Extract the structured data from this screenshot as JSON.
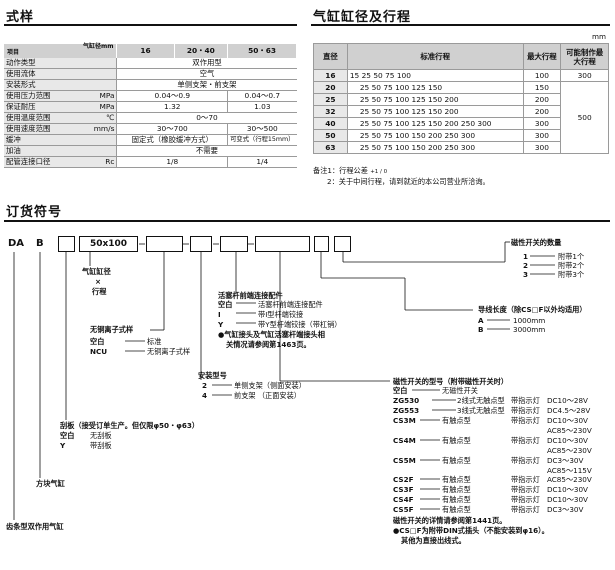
{
  "spec": {
    "title": "式样",
    "header": {
      "corner_top": "气缸径mm",
      "corner_bottom": "项目",
      "cols": [
        "16",
        "20・40",
        "50・63"
      ]
    },
    "rows": [
      {
        "name": "动作类型",
        "unit": "",
        "values": [
          "双作用型"
        ]
      },
      {
        "name": "使用流体",
        "unit": "",
        "values": [
          "空气"
        ]
      },
      {
        "name": "安装形式",
        "unit": "",
        "values": [
          "单侧支架・前支架"
        ]
      },
      {
        "name": "使用压力范围",
        "unit": "MPa",
        "values": [
          "0.04～0.9",
          "0.04～0.7"
        ]
      },
      {
        "name": "保证耐压",
        "unit": "MPa",
        "values": [
          "1.32",
          "1.03"
        ]
      },
      {
        "name": "使用温度范围",
        "unit": "℃",
        "values": [
          "0～70"
        ]
      },
      {
        "name": "使用速度范围",
        "unit": "mm/s",
        "values": [
          "30～700",
          "30～500"
        ]
      },
      {
        "name": "缓冲",
        "unit": "",
        "values": [
          "固定式（橡胶缓冲方式）",
          "可变式（行程15mm）"
        ]
      },
      {
        "name": "加油",
        "unit": "",
        "values": [
          "不需要"
        ]
      },
      {
        "name": "配管连接口径",
        "unit": "Rc",
        "values": [
          "1/8",
          "1/4"
        ]
      }
    ]
  },
  "stroke": {
    "title": "气缸缸径及行程",
    "unit": "mm",
    "headers": [
      "直径",
      "标准行程",
      "最大行程",
      "可能制作最大行程"
    ],
    "rows": [
      {
        "bore": "16",
        "strokes": "15 25 50 75 100",
        "max": "100",
        "possible": "300"
      },
      {
        "bore": "20",
        "strokes": "25 50 75 100 125 150",
        "max": "150",
        "possible": ""
      },
      {
        "bore": "25",
        "strokes": "25 50 75 100 125 150 200",
        "max": "200",
        "possible": ""
      },
      {
        "bore": "32",
        "strokes": "25 50 75 100 125 150 200",
        "max": "200",
        "possible": "500"
      },
      {
        "bore": "40",
        "strokes": "25 50 75 100 125 150 200 250 300",
        "max": "300",
        "possible": ""
      },
      {
        "bore": "50",
        "strokes": "25 50 75 100 150 200 250 300",
        "max": "300",
        "possible": ""
      },
      {
        "bore": "63",
        "strokes": "25 50 75 100 150 200 250 300",
        "max": "300",
        "possible": ""
      }
    ],
    "note1_prefix": "备注1：行程公差",
    "note1_tol": "+1 / 0",
    "note2": "2：关于中间行程，请到就近的本公司营业所洽询。"
  },
  "order": {
    "title": "订货符号",
    "code_da": "DA",
    "code_b": "B",
    "code_size": "50x100",
    "labels": {
      "bore": "气缸缸径",
      "times": "×",
      "stroke": "行程",
      "cu": "无铜离子式样",
      "cu_opts": [
        {
          "code": "空白",
          "text": "标准"
        },
        {
          "code": "NCU",
          "text": "无铜离子式样"
        }
      ],
      "rod_title": "活塞杆前端连接配件",
      "rod_opts": [
        {
          "code": "空白",
          "text": "活塞杆前端连接配件"
        },
        {
          "code": "I",
          "text": "带I型杆端铰接"
        },
        {
          "code": "Y",
          "text": "带Y型杆端铰接（带杠销）"
        }
      ],
      "rod_note1": "●气缸接头及气缸活塞杆端接头相",
      "rod_note2": "关情况请参阅第1463页。",
      "mount_title": "安装型号",
      "mount_opts": [
        {
          "code": "2",
          "text": "单侧支架（侧面安装）"
        },
        {
          "code": "4",
          "text": "前支架 （正面安装）"
        }
      ],
      "scraper_title": "刮板（接受订单生产。但仅限φ50・φ63）",
      "scraper_opts": [
        {
          "code": "空白",
          "text": "无刮板"
        },
        {
          "code": "Y",
          "text": "带刮板"
        }
      ],
      "square": "方块气缸",
      "gear": "齿条型双作用气缸",
      "sw_count_title": "磁性开关的数量",
      "sw_count_opts": [
        {
          "code": "1",
          "text": "附带1个"
        },
        {
          "code": "2",
          "text": "附带2个"
        },
        {
          "code": "3",
          "text": "附带3个"
        }
      ],
      "lead_title": "导线长度（除CS□F以外均适用）",
      "lead_opts": [
        {
          "code": "A",
          "text": "1000mm"
        },
        {
          "code": "B",
          "text": "3000mm"
        }
      ],
      "sw_title": "磁性开关的型号（附带磁性开关时）",
      "sw_rows": [
        {
          "code": "空白",
          "type": "无磁性开关",
          "led": "",
          "volt": ""
        },
        {
          "code": "ZG530",
          "type": "2线式无触点型",
          "led": "带指示灯",
          "volt": "DC10～28V"
        },
        {
          "code": "ZG553",
          "type": "3线式无触点型",
          "led": "带指示灯",
          "volt": "DC4.5～28V"
        },
        {
          "code": "CS3M",
          "type": "有触点型",
          "led": "带指示灯",
          "volt": "DC10～30V"
        },
        {
          "code": "",
          "type": "",
          "led": "",
          "volt": "AC85～230V"
        },
        {
          "code": "CS4M",
          "type": "有触点型",
          "led": "带指示灯",
          "volt": "DC10～30V"
        },
        {
          "code": "",
          "type": "",
          "led": "",
          "volt": "AC85～230V"
        },
        {
          "code": "CS5M",
          "type": "有触点型",
          "led": "带指示灯",
          "volt": "DC3～30V"
        },
        {
          "code": "",
          "type": "",
          "led": "",
          "volt": "AC85～115V"
        },
        {
          "code": "CS2F",
          "type": "有触点型",
          "led": "带指示灯",
          "volt": "AC85～230V"
        },
        {
          "code": "CS3F",
          "type": "有触点型",
          "led": "带指示灯",
          "volt": "DC10～30V"
        },
        {
          "code": "CS4F",
          "type": "有触点型",
          "led": "带指示灯",
          "volt": "DC10～30V"
        },
        {
          "code": "CS5F",
          "type": "有触点型",
          "led": "带指示灯",
          "volt": "DC3～30V"
        }
      ],
      "sw_note1": "磁性开关的详情请参阅第1441页。",
      "sw_note2": "●CS□F为附带DIN式插头（不能安装到φ16）。",
      "sw_note3": "其他为直接出线式。"
    }
  }
}
